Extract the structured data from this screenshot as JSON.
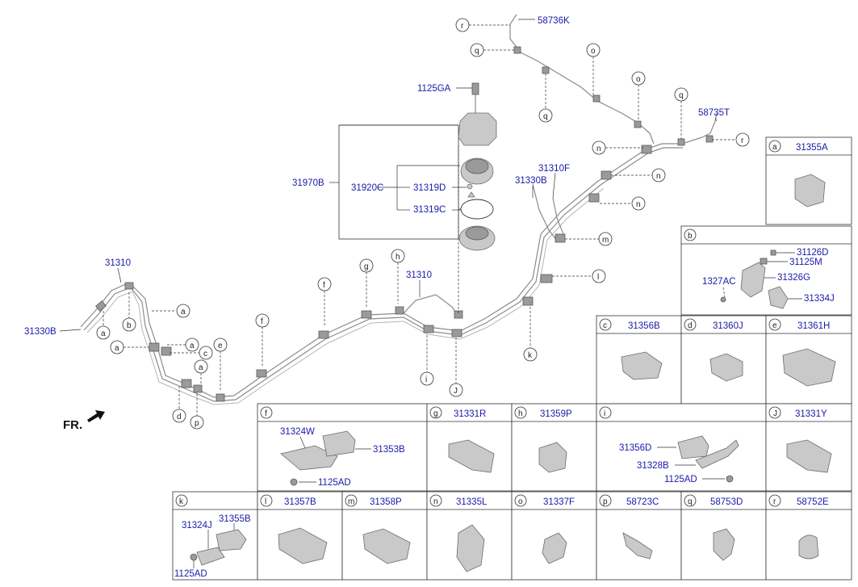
{
  "orientation_label": "FR.",
  "main_parts": {
    "p58736K": "58736K",
    "p58735T": "58735T",
    "p1125GA": "1125GA",
    "p31970B": "31970B",
    "p31920C": "31920C",
    "p31319D": "31319D",
    "p31319C": "31319C",
    "p31310F": "31310F",
    "p31330B_right": "31330B",
    "p31310_left": "31310",
    "p31310_mid": "31310",
    "p31330B_left": "31330B"
  },
  "callout_letters": [
    "a",
    "b",
    "c",
    "d",
    "e",
    "f",
    "g",
    "h",
    "i",
    "J",
    "k",
    "l",
    "m",
    "n",
    "o",
    "p",
    "q",
    "r"
  ],
  "detail_boxes": [
    {
      "letter": "a",
      "parts": [
        "31355A"
      ]
    },
    {
      "letter": "b",
      "parts": [
        "31126D",
        "31125M",
        "1327AC",
        "31326G",
        "31334J"
      ]
    },
    {
      "letter": "c",
      "parts": [
        "31356B"
      ]
    },
    {
      "letter": "d",
      "parts": [
        "31360J"
      ]
    },
    {
      "letter": "e",
      "parts": [
        "31361H"
      ]
    },
    {
      "letter": "f",
      "parts": [
        "31324W",
        "31353B",
        "1125AD"
      ]
    },
    {
      "letter": "g",
      "parts": [
        "31331R"
      ]
    },
    {
      "letter": "h",
      "parts": [
        "31359P"
      ]
    },
    {
      "letter": "i",
      "parts": [
        "31356D",
        "31328B",
        "1125AD"
      ]
    },
    {
      "letter": "J",
      "parts": [
        "31331Y"
      ]
    },
    {
      "letter": "k",
      "parts": [
        "31324J",
        "31355B",
        "1125AD"
      ]
    },
    {
      "letter": "l",
      "parts": [
        "31357B"
      ]
    },
    {
      "letter": "m",
      "parts": [
        "31358P"
      ]
    },
    {
      "letter": "n",
      "parts": [
        "31335L"
      ]
    },
    {
      "letter": "o",
      "parts": [
        "31337F"
      ]
    },
    {
      "letter": "p",
      "parts": [
        "58723C"
      ]
    },
    {
      "letter": "q",
      "parts": [
        "58753D"
      ]
    },
    {
      "letter": "r",
      "parts": [
        "58752E"
      ]
    }
  ]
}
